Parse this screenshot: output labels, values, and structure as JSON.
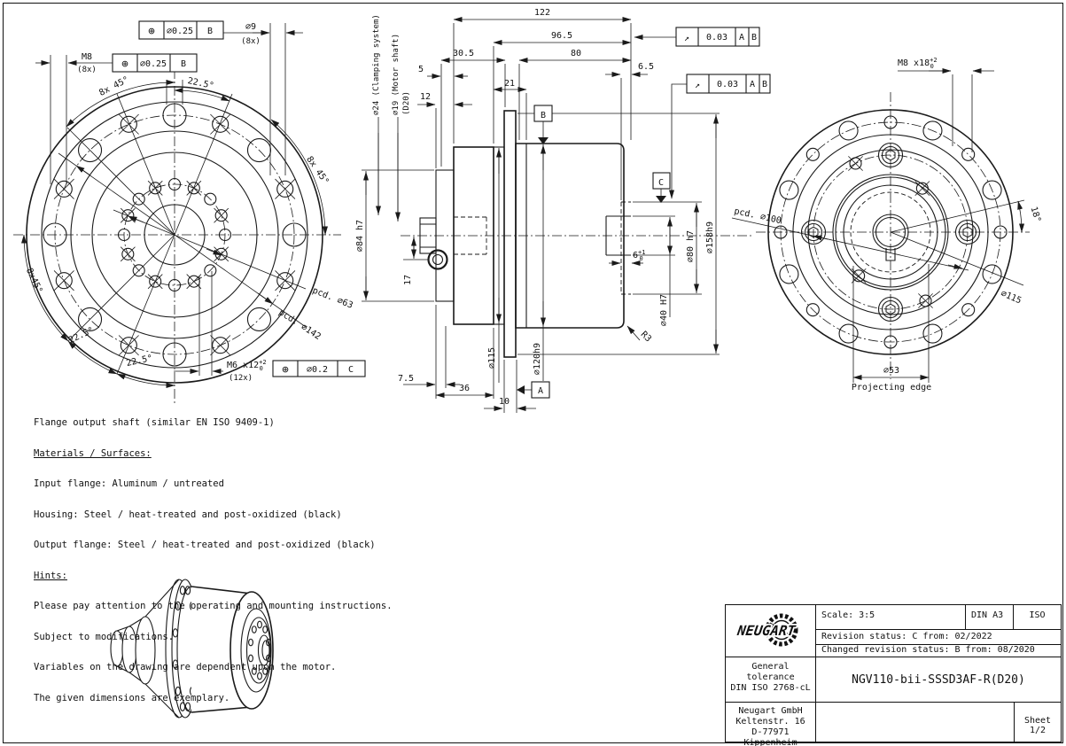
{
  "left_view": {
    "m8": "M8",
    "m8_qty": "(8x)",
    "d9": "⌀9",
    "d9_qty": "(8x)",
    "a45_top": "8x 45°",
    "a225_top": "22.5°",
    "a45_right": "8x 45°",
    "a45_left": "8x45°",
    "a225_left": "22.5°",
    "a225_bottom": "22.5°",
    "pcd63": "pcd. ⌀63",
    "pcd142": "pcd. ⌀142",
    "m6": "M6 x12",
    "m6_sup": "+2",
    "m6_sub": "0",
    "m6_qty": "(12x)",
    "fcf_d9": {
      "sym": "⊕",
      "tol": "⌀0.25",
      "datum": "B"
    },
    "fcf_m8": {
      "sym": "⊕",
      "tol": "⌀0.25",
      "datum": "B"
    },
    "fcf_m6": {
      "sym": "⊕",
      "tol": "⌀0.2",
      "datum": "C"
    }
  },
  "mid_view": {
    "clamping_label": "⌀24  (Clamping system)",
    "motor_label": "⌀19  (Motor shaft)",
    "d20_label": "(D20)",
    "dims": {
      "d122": "122",
      "d96_5": "96.5",
      "d30_5": "30.5",
      "d80": "80",
      "d5": "5",
      "d21": "21",
      "d6_5": "6.5",
      "d12": "12",
      "d7_5": "7.5",
      "d36": "36",
      "d10": "10",
      "d17": "17"
    },
    "dia": {
      "d84": "⌀84 h7",
      "d115": "⌀115",
      "d120": "⌀120h9",
      "d158": "⌀158h9",
      "d80h7": "⌀80 h7",
      "d40": "⌀40  H7",
      "r3": "R3",
      "d6": "6",
      "d6_sup": "+1",
      "d6_sub": "0"
    },
    "datums": {
      "a": "A",
      "b": "B",
      "c": "C"
    },
    "fcf_runout1": {
      "sym": "↗",
      "tol": "0.03",
      "d1": "A",
      "d2": "B"
    },
    "fcf_runout2": {
      "sym": "↗",
      "tol": "0.03",
      "d1": "A",
      "d2": "B"
    }
  },
  "right_view": {
    "m8x18": "M8 x18",
    "m8x18_sup": "+2",
    "m8x18_sub": "0",
    "pcd100": "pcd. ⌀100",
    "a18": "18°",
    "d115": "⌀115",
    "d53": "⌀53",
    "projecting_edge": "Projecting edge"
  },
  "notes": {
    "flange": "Flange output shaft (similar EN ISO 9409-1)",
    "materials_heading": "Materials / Surfaces:",
    "mat1": "Input flange: Aluminum / untreated",
    "mat2": "Housing: Steel / heat-treated and post-oxidized (black)",
    "mat3": "Output flange: Steel / heat-treated and post-oxidized (black)",
    "hints_heading": "Hints:",
    "hint1": "Please pay attention to the operating and mounting instructions.",
    "hint2": "Subject to modifications.",
    "hint3": "Variables on the drawing are dependent upon the motor.",
    "hint4": "The given dimensions are exemplary."
  },
  "title_block": {
    "brand": "NEUGART",
    "scale_label": "Scale: 3:5",
    "din": "DIN A3",
    "iso": "ISO",
    "revision": "Revision status: C  from: 02/2022",
    "changed": "Changed revision status: B  from: 08/2020",
    "tolerance_l1": "General",
    "tolerance_l2": "tolerance",
    "tolerance_l3": "DIN ISO 2768-cL",
    "part_number": "NGV110-bii-SSSD3AF-R(D20)",
    "company_l1": "Neugart GmbH",
    "company_l2": "Keltenstr. 16",
    "company_l3": "D-77971 Kippenheim",
    "sheet": "Sheet 1/2"
  }
}
